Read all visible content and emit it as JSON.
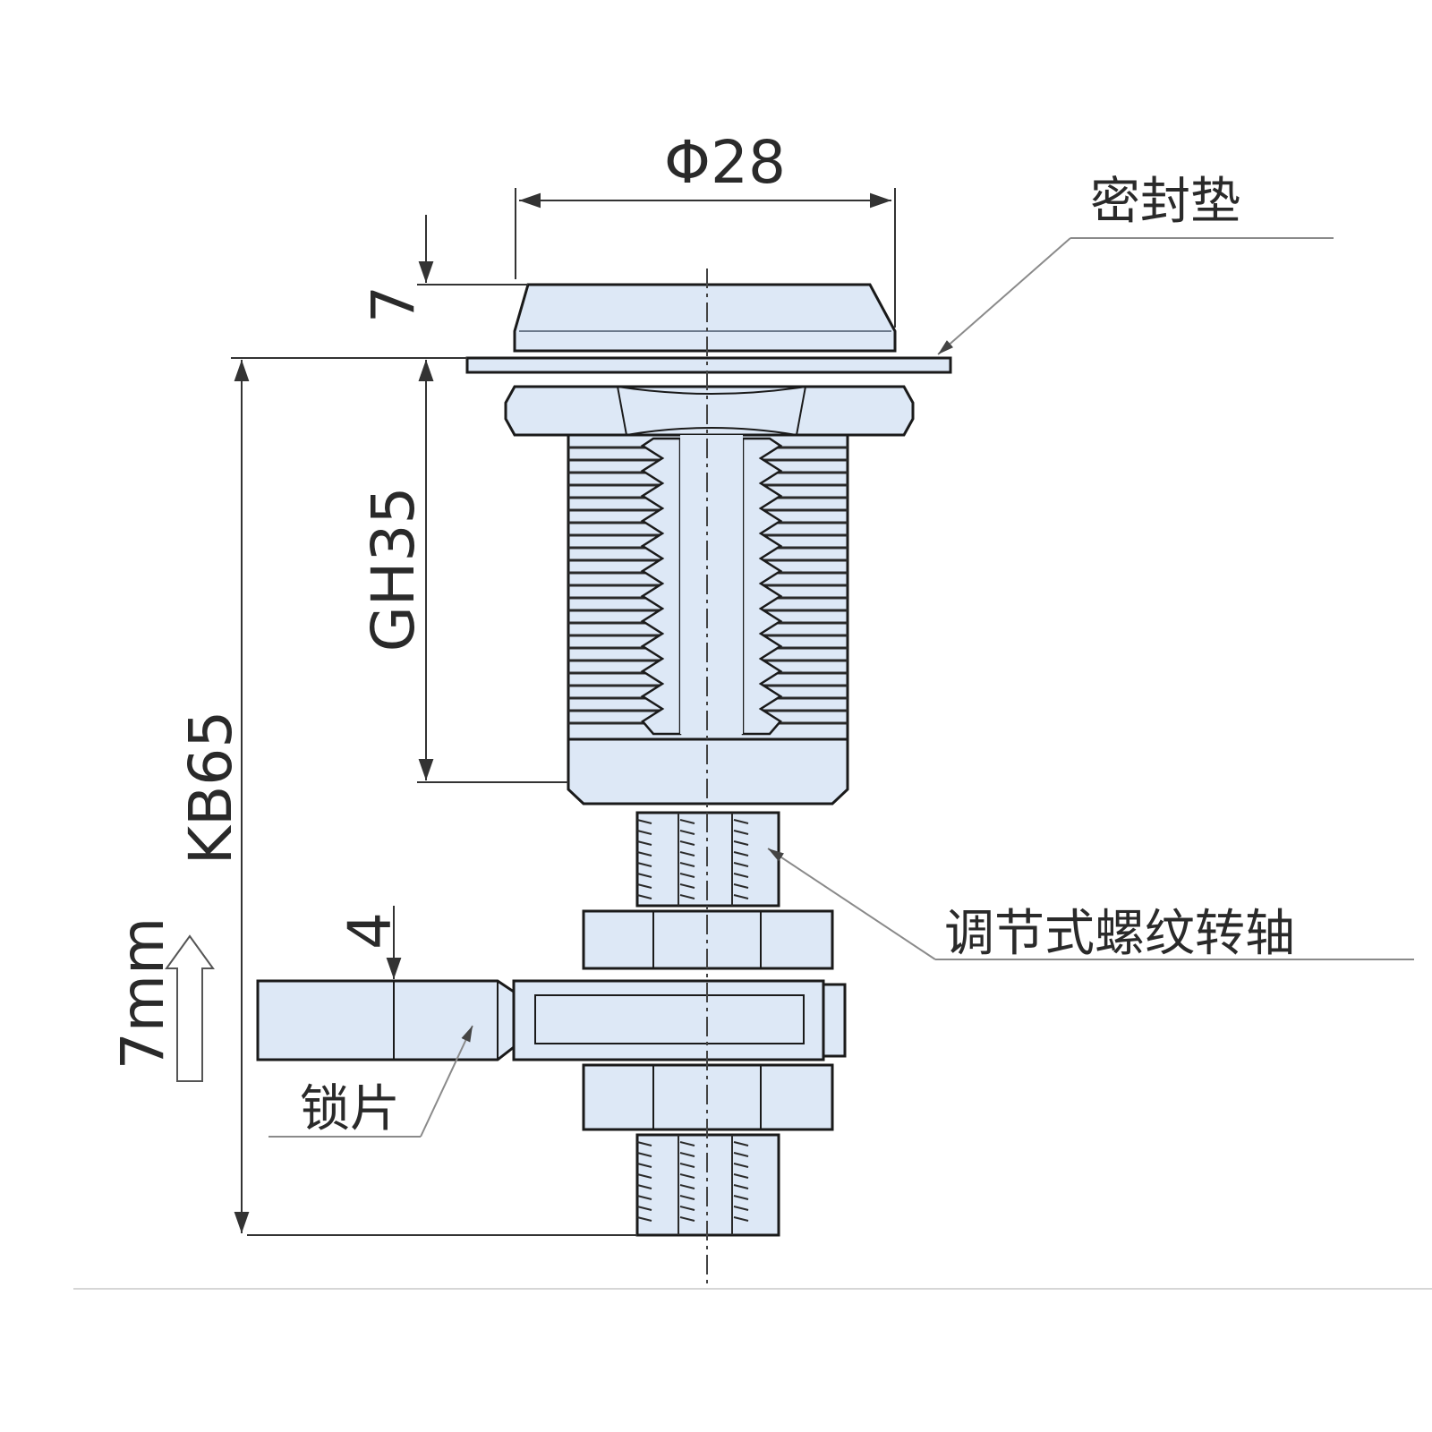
{
  "dimensions": {
    "diameter": "Φ28",
    "flange_height": "7",
    "thread_length": "GH35",
    "total_length": "KB65",
    "cam_offset": "4",
    "adjust_travel": "7mm"
  },
  "callouts": {
    "seal_gasket": "密封垫",
    "adjustable_shaft": "调节式螺纹转轴",
    "cam_plate": "锁片"
  },
  "colors": {
    "part_fill": "#dde8f6",
    "part_stroke": "#1a1a1a",
    "dim_line": "#333333",
    "leader": "#8a8a8a"
  }
}
